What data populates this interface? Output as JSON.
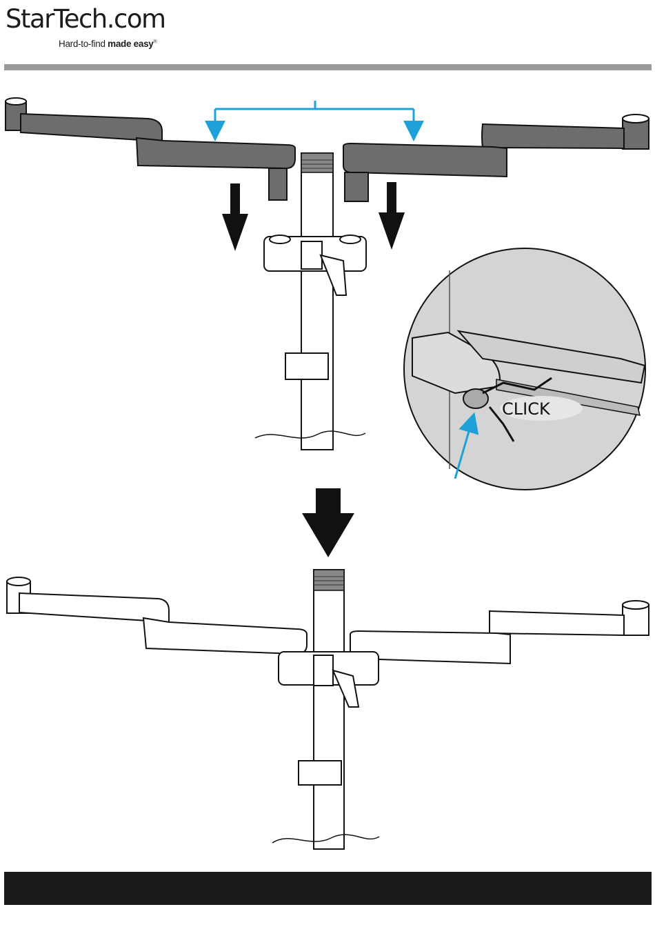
{
  "brand": {
    "logo_text": "StarTech.com",
    "tagline_plain": "Hard-to-find ",
    "tagline_bold": "made easy",
    "registered": "®"
  },
  "figure": {
    "callout_label": "CLICK"
  },
  "colors": {
    "accent_blue": "#1da1d8",
    "arm_dark": "#6d6d6d",
    "rule_gray": "#9b9b9b",
    "bar_black": "#1a1a1a"
  }
}
